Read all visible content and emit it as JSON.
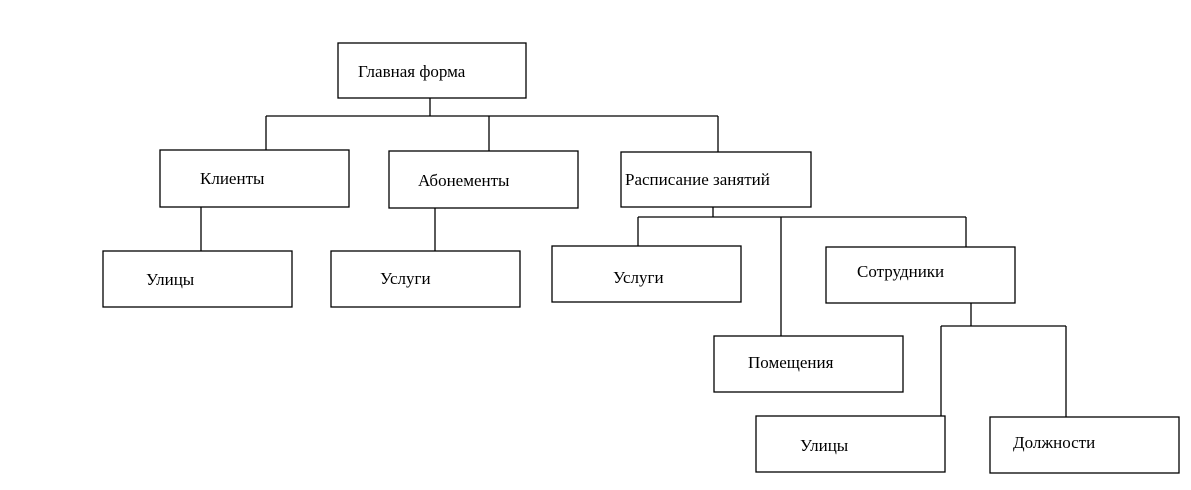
{
  "diagram": {
    "nodes": {
      "main_form": "Главная форма",
      "clients": "Клиенты",
      "subscriptions": "Абонементы",
      "schedule": "Расписание занятий",
      "clients_streets": "Улицы",
      "subscriptions_services": "Услуги",
      "schedule_services": "Услуги",
      "employees": "Сотрудники",
      "rooms": "Помещения",
      "employees_streets": "Улицы",
      "positions": "Должности"
    }
  }
}
